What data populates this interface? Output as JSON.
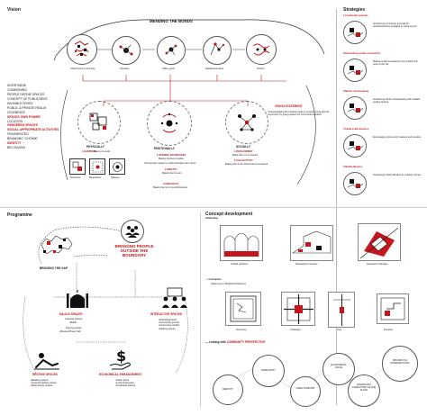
{
  "vision": {
    "title": "Vision",
    "subtitle": "MENDING THE BONDS",
    "nodes": [
      "Chand Chuk community",
      "Faculties",
      "Office goers",
      "Hawkers/vendors",
      "Visitors"
    ],
    "left_list": [
      {
        "text": "INTERTWINE",
        "red": false
      },
      {
        "text": "COMMONING",
        "red": false
      },
      {
        "text": "PEOPLE DEFINE SPACES",
        "red": false
      },
      {
        "text": "CONCEPT OF PUBLICNESS",
        "red": false
      },
      {
        "text": "INVISIBLE FENCE",
        "red": false
      },
      {
        "text": "PUBLIC & PRIVATE REALM",
        "red": false
      },
      {
        "text": "CELEBRATE",
        "red": false
      },
      {
        "text": "SPACES OWN POWER",
        "red": true
      },
      {
        "text": "LOCATION",
        "red": false
      },
      {
        "text": "GENDERED SPACES",
        "red": true
      },
      {
        "text": "SOCIAL APPROPRIATE ACTIVITIES",
        "red": true
      },
      {
        "text": "FRAGMENTED",
        "red": false
      },
      {
        "text": "BRANDING \"CHOWK\"",
        "red": false
      },
      {
        "text": "IDENTITY",
        "red": true
      },
      {
        "text": "BELONGING",
        "red": false
      }
    ],
    "pillars": [
      "PHYSICALLY",
      "EMOTIONALLY",
      "SOCIALLY"
    ],
    "physically": {
      "heading": "1.BARRIERS",
      "note": "Ease to be built",
      "boxes": [
        "Territories",
        "Boundaries",
        "Spheres"
      ]
    },
    "emotionally": {
      "h1": "1.OPENING BOUNDARIES",
      "n1": "Making barriers invisible",
      "n2": "Give private spaces to public activities upon return",
      "h2": "2.IDENTITY",
      "n3": "Making feel to own",
      "h3": "3.HIERARCHY",
      "n4": "Making feel to in control/inclusion"
    },
    "socially": {
      "h1": "1.INVOLVEMENT",
      "n1": "Make them to be shared",
      "h2": "2.COLLECTIVITY",
      "n2": "Making feel to be shared and correspond"
    },
    "statement_title": "Vision statement",
    "statement_text": "\"Acknowledging the forgotten links to restore bonds with the community by giving spaces for communal activities\""
  },
  "strategies": {
    "title": "Strategies",
    "items": [
      {
        "title": "1.Community grounds",
        "text": "Introducing community grounds for residents/visitors engaged in social events"
      },
      {
        "title": "2.Reinstating pocket connections",
        "text": "Making small connections more visible and open to the city"
      },
      {
        "title": "3.Master streetscaping",
        "text": "Introducing vibrant streetscaping with shaded seating spaces"
      },
      {
        "title": "4.Small scale business",
        "text": "Encouraging community hawkers and vendors"
      },
      {
        "title": "5.Mobile libraries",
        "text": "Introducing mobile libraries for reading corners"
      }
    ]
  },
  "programme": {
    "title": "Programme",
    "bridge_label": "BRIDGING THE GAP",
    "bring_label": "BRINGING PEOPLE OUTSIDE THE BOUNDARY",
    "majlis": {
      "title": "MAJLIS SPACES",
      "l1": "Learning spaces",
      "n1": "•Mehfil",
      "l2": "Praying spaces",
      "n2": "•Mosque/Prayer hall"
    },
    "interactive": {
      "title": "INTERACTIVE SPACES",
      "items": [
        "•Kids Playground",
        "•Community ground",
        "•Connecting corridor",
        "•Seating spaces"
      ]
    },
    "resting": {
      "title": "RESTING SPACES",
      "items": [
        "•Reading spaces",
        "•Covered seating spaces",
        "•Defer leisure spaces"
      ]
    },
    "economical": {
      "title": "ECONOMICAL ENHANCEMENT",
      "items": [
        "•Urban farms",
        "•Local businesses",
        "•Vocational training"
      ]
    }
  },
  "concept": {
    "title": "Concept development",
    "initial_ideas": "Initial ideas",
    "idea_captions": [
      "Arched pavilions",
      "Reimagining terraces",
      "Geometric pathways"
    ],
    "conception_label": "Conception",
    "conception_sub": "Influences on Mughal Architecture",
    "con_captions": [
      "Geometry",
      "Charbagh",
      "Axis",
      "Terraces"
    ],
    "linking_prefix": "Linking with",
    "linking_red": "COMMUNITY PERSPECTIVE",
    "perspective_nodes": [
      "IDENTITY",
      "FAMILIARITY",
      "USER COMFORT",
      "ECONOMICAL VALUE",
      "ENHANCING CHARACTER OF THE PLACE",
      "PATHWAYS & INTERSECTIONS"
    ]
  },
  "colors": {
    "accent": "#c4161c",
    "ink": "#1a1a1a",
    "line": "#555555"
  }
}
